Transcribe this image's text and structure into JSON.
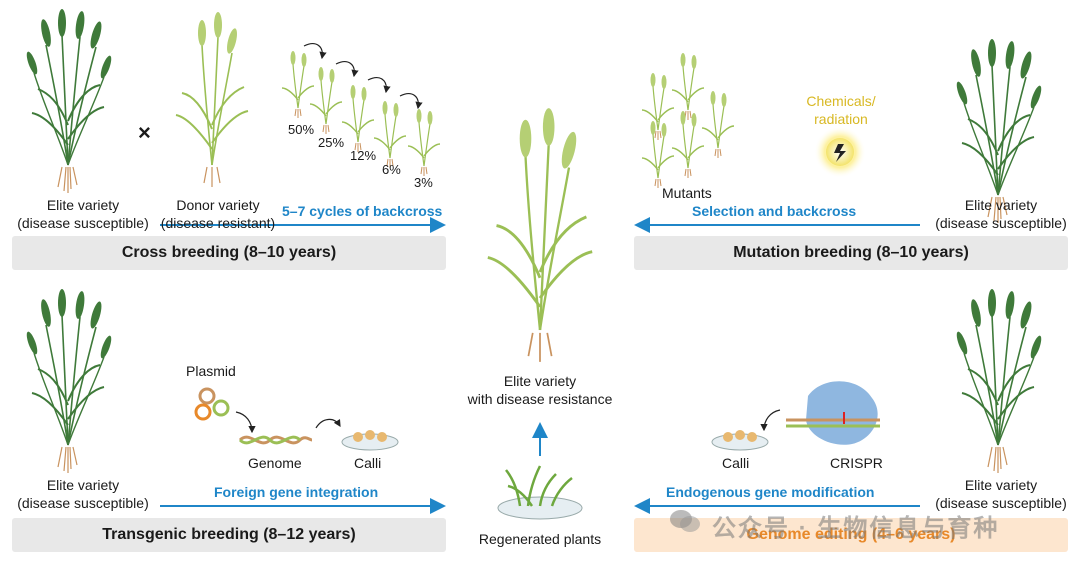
{
  "cross": {
    "elite_label_1": "Elite variety",
    "elite_label_2": "(disease susceptible)",
    "times": "×",
    "donor_label_1": "Donor variety",
    "donor_label_2": "(disease resistant)",
    "percentages": [
      "50%",
      "25%",
      "12%",
      "6%",
      "3%"
    ],
    "arrow_label": "5–7  cycles of backcross",
    "title": "Cross breeding (8–10 years)"
  },
  "mutation": {
    "mutants_label": "Mutants",
    "chemicals_1": "Chemicals/",
    "chemicals_2": "radiation",
    "arrow_label": "Selection and backcross",
    "elite_label_1": "Elite variety",
    "elite_label_2": "(disease susceptible)",
    "title": "Mutation breeding (8–10 years)"
  },
  "center": {
    "result_1": "Elite variety",
    "result_2": "with disease resistance",
    "regenerated": "Regenerated plants"
  },
  "transgenic": {
    "plasmid": "Plasmid",
    "genome": "Genome",
    "calli": "Calli",
    "elite_label_1": "Elite variety",
    "elite_label_2": "(disease susceptible)",
    "arrow_label": "Foreign gene integration",
    "title": "Transgenic breeding (8–12 years)"
  },
  "editing": {
    "calli": "Calli",
    "crispr": "CRISPR",
    "elite_label_1": "Elite variety",
    "elite_label_2": "(disease susceptible)",
    "arrow_label": "Endogenous gene modification",
    "title": "Genome editing (4–6 years)"
  },
  "watermark": "公众号 · 生物信息与育种",
  "colors": {
    "arrow_blue": "#1f86c8",
    "dark_green": "#3f7a3a",
    "light_green": "#9bbf55",
    "root": "#c9935f",
    "orange_title": "#e8892a",
    "gray_bar": "#e8e8e8",
    "orange_bar": "#fde6cf"
  }
}
